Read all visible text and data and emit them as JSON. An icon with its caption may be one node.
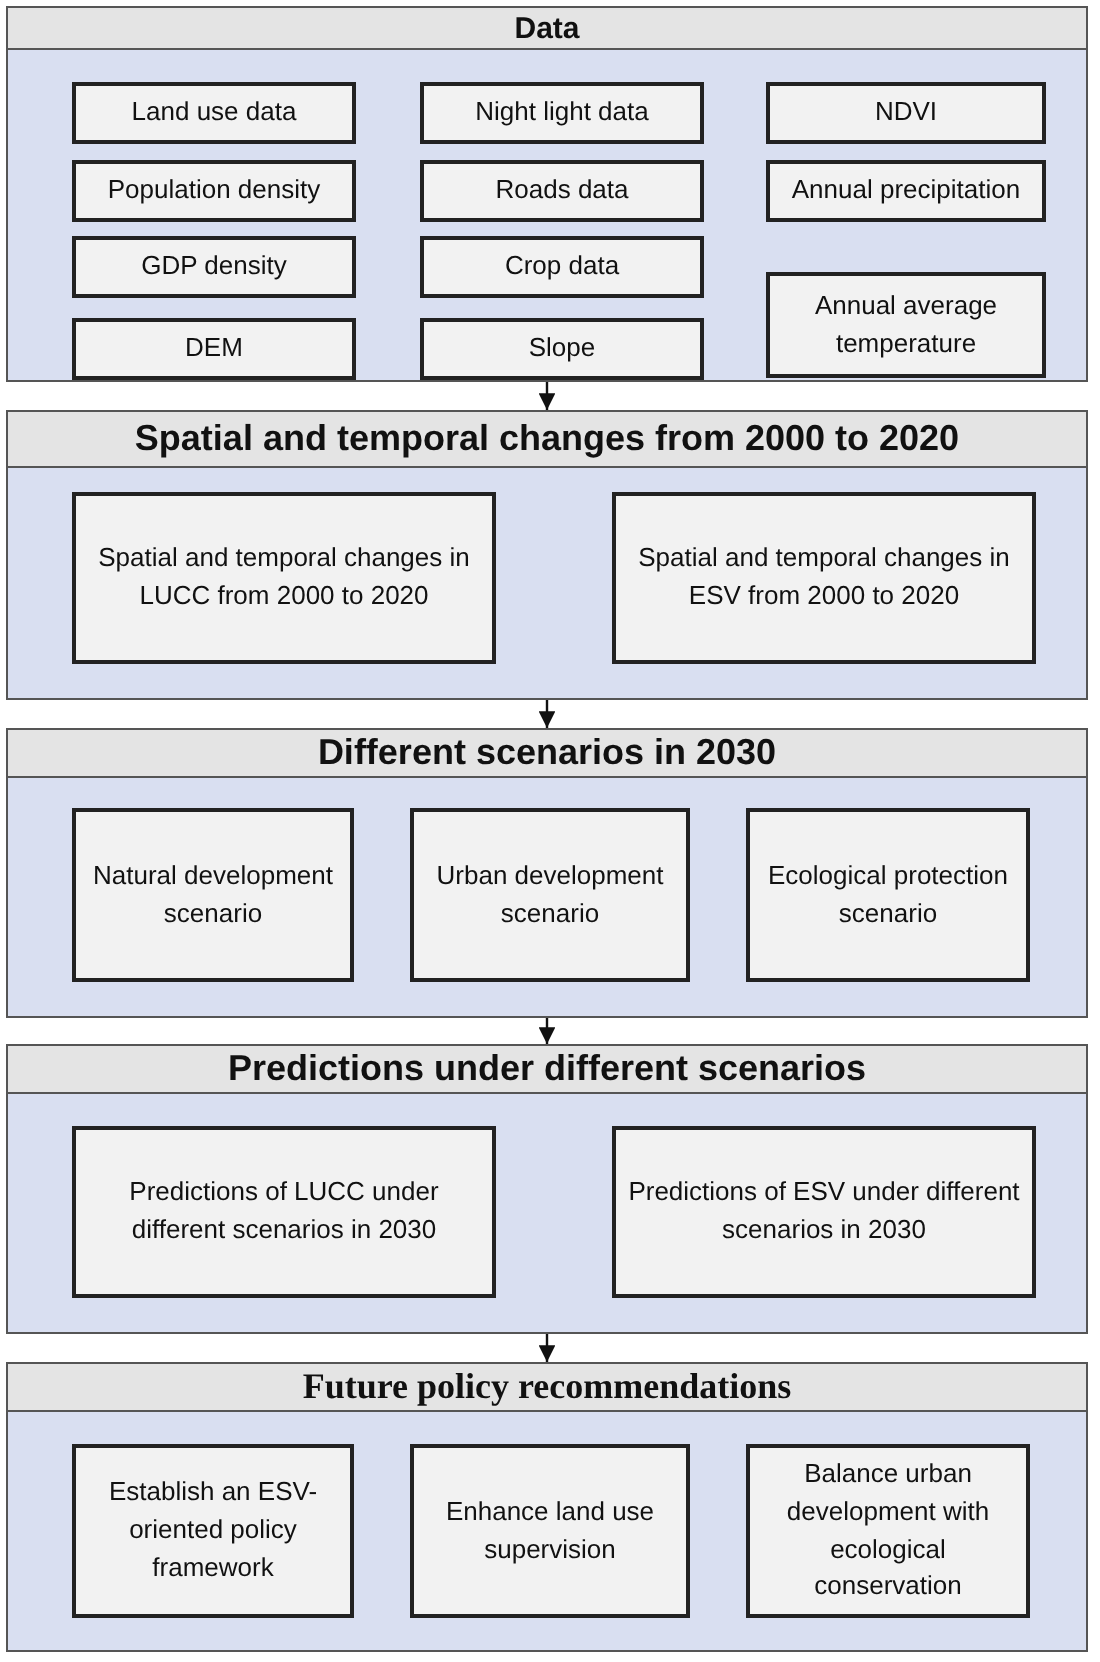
{
  "diagram": {
    "nodes": [
      {
        "text": [
          "Data"
        ]
      },
      {
        "text": [
          "Land use data"
        ],
        "in": 0
      },
      {
        "text": [
          "Night light data"
        ],
        "in": 0
      },
      {
        "text": [
          "NDVI"
        ],
        "in": 0
      },
      {
        "text": [
          "Population density"
        ],
        "in": 0
      },
      {
        "text": [
          "Roads data"
        ],
        "in": 0
      },
      {
        "text": [
          "Annual precipitation"
        ],
        "in": 0
      },
      {
        "text": [
          "GDP density"
        ],
        "in": 0
      },
      {
        "text": [
          "Crop data"
        ],
        "in": 0
      },
      {
        "text": [
          "DEM"
        ],
        "in": 0
      },
      {
        "text": [
          "Slope"
        ],
        "in": 0
      },
      {
        "text": [
          "Annual average temperature"
        ],
        "in": 0
      },
      {
        "text": [
          "Spatial and temporal changes from 2000 to 2020"
        ]
      },
      {
        "text": [
          "Spatial and temporal changes in LUCC from 2000 to 2020"
        ],
        "in": 12
      },
      {
        "text": [
          "Spatial and temporal changes in ESV from 2000 to 2020"
        ],
        "in": 12
      },
      {
        "text": [
          "Different scenarios in 2030"
        ]
      },
      {
        "text": [
          "Natural development scenario"
        ],
        "in": 15
      },
      {
        "text": [
          "Urban development scenario"
        ],
        "in": 15
      },
      {
        "text": [
          "Ecological protection scenario"
        ],
        "in": 15
      },
      {
        "text": [
          "Predictions under different scenarios"
        ]
      },
      {
        "text": [
          "Predictions of LUCC under different scenarios in 2030"
        ],
        "in": 19
      },
      {
        "text": [
          "Predictions of ESV under different scenarios in 2030"
        ],
        "in": 19
      },
      {
        "text": [
          "Future policy recommendations"
        ]
      },
      {
        "text": [
          "Establish an ESV-oriented policy framework"
        ],
        "in": 22
      },
      {
        "text": [
          "Enhance land use supervision"
        ],
        "in": 22
      },
      {
        "text": [
          "Balance urban development with ecological conservation"
        ],
        "in": 22
      }
    ],
    "edges": [
      {
        "from": 0,
        "to": 12,
        "arrow": "to"
      },
      {
        "from": 12,
        "to": 15,
        "arrow": "to"
      },
      {
        "from": 15,
        "to": 19,
        "arrow": "to"
      },
      {
        "from": 19,
        "to": 22,
        "arrow": "to"
      }
    ]
  }
}
